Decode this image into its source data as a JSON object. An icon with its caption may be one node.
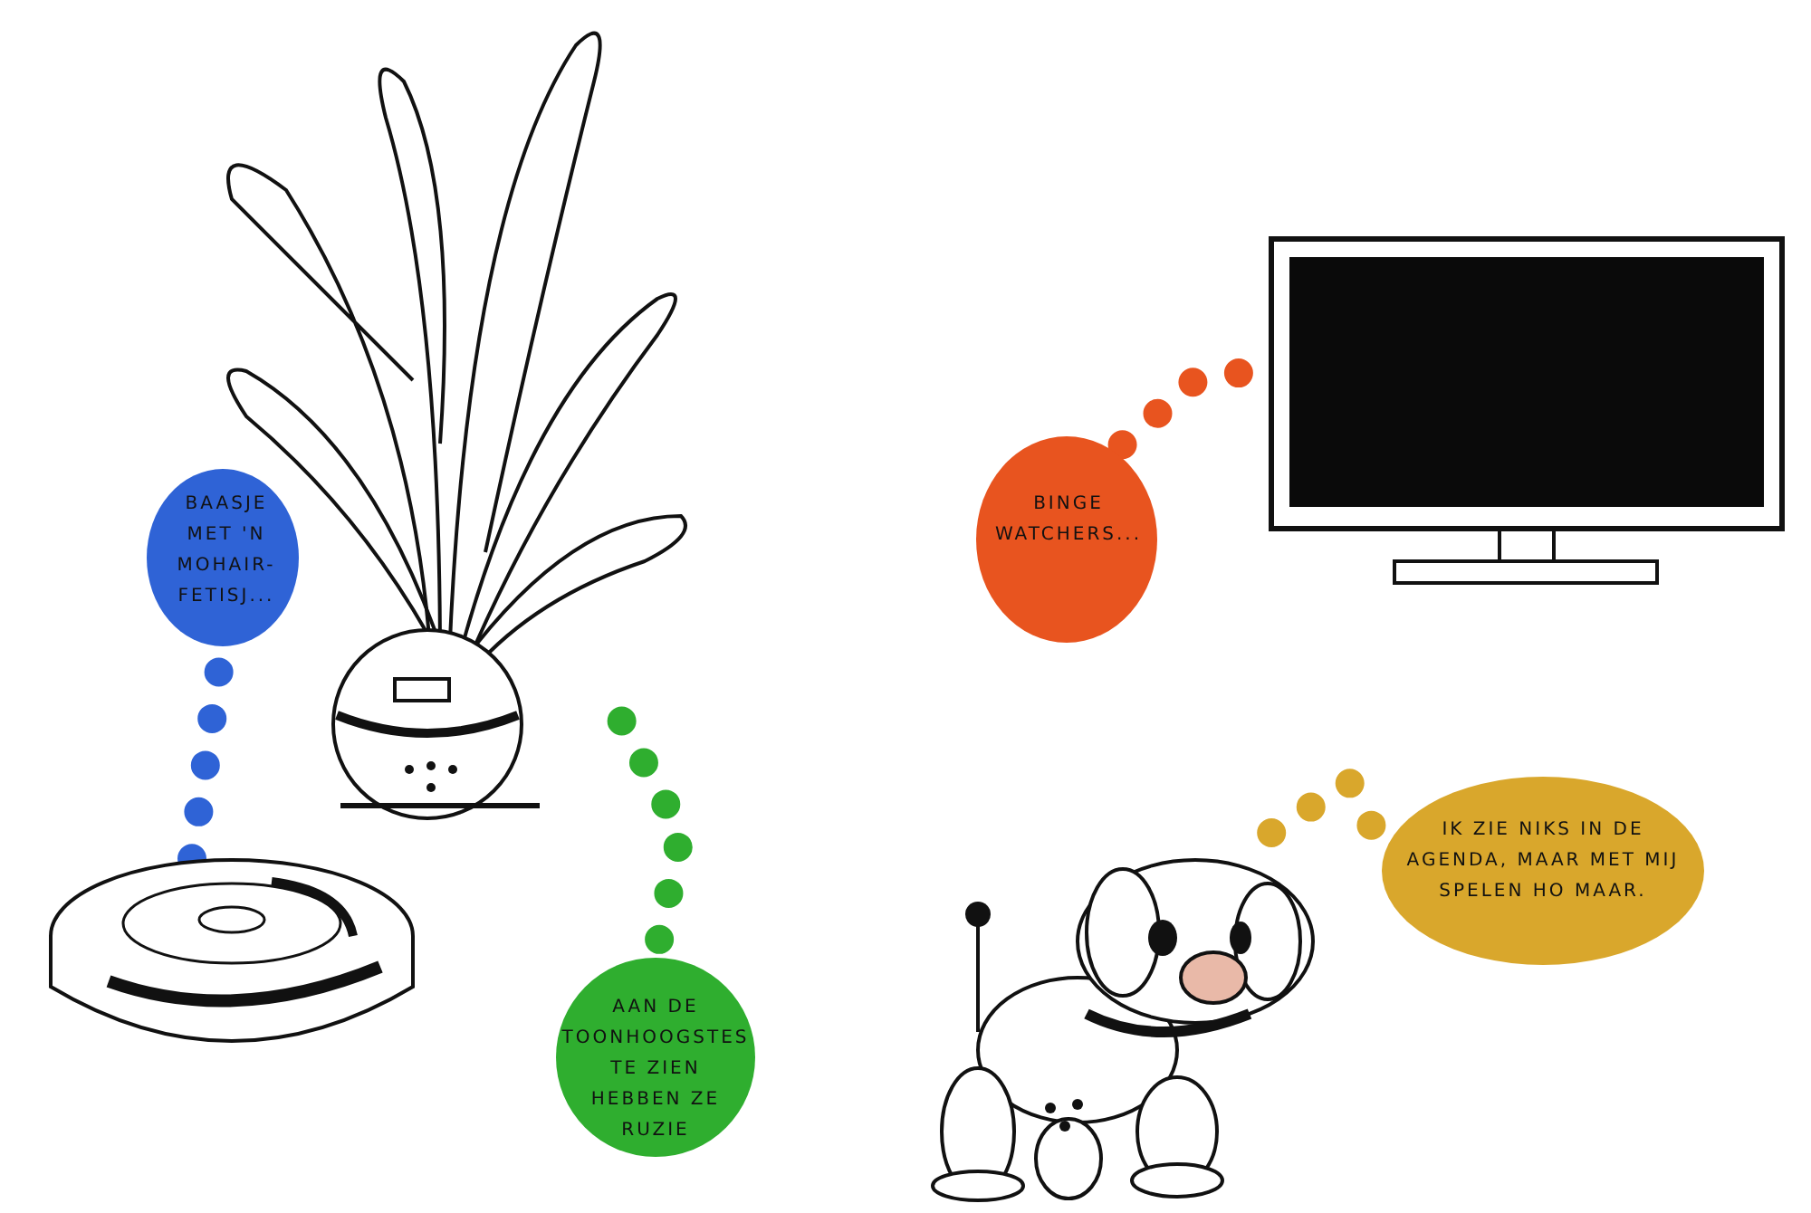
{
  "diagram": {
    "nodes": [
      {
        "text": [],
        "shape": "picture"
      },
      {
        "text": [
          "BAASJE MET 'N MOHAIR-FETISJ..."
        ]
      },
      {
        "text": [],
        "shape": "picture"
      },
      {
        "text": [
          "AAN DE TOONHOOGSTES TE ZIEN HEBBEN ZE RUZIE"
        ]
      },
      {
        "text": [],
        "shape": "picture"
      },
      {
        "text": [
          "BINGE WATCHERS..."
        ]
      },
      {
        "text": [],
        "shape": "picture"
      },
      {
        "text": [
          "IK ZIE NIKS IN DE AGENDA, MAAR MET MIJ SPELEN HO MAAR."
        ]
      }
    ],
    "edges": [
      {
        "from": 0,
        "to": 1,
        "arrow": "none",
        "color": "#2f63d6"
      },
      {
        "from": 2,
        "to": 3,
        "arrow": "none",
        "color": "#2fae2f"
      },
      {
        "from": 4,
        "to": 5,
        "arrow": "none",
        "color": "#e8541f"
      },
      {
        "from": 6,
        "to": 7,
        "arrow": "none",
        "color": "#d9a72c"
      }
    ]
  }
}
